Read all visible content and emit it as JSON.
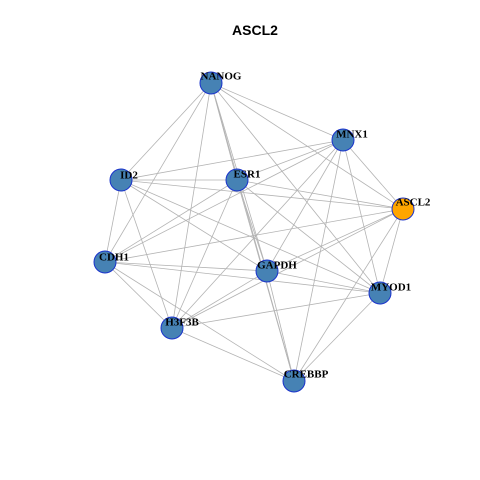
{
  "title": "ASCL2",
  "colors": {
    "node_fill": "#4682b4",
    "node_stroke": "#1a33cc",
    "highlight_fill": "#ffa500",
    "edge": "#b3b3b3"
  },
  "nodes": [
    {
      "id": "NANOG",
      "highlight": false
    },
    {
      "id": "MNX1",
      "highlight": false
    },
    {
      "id": "ESR1",
      "highlight": false
    },
    {
      "id": "ID2",
      "highlight": false
    },
    {
      "id": "ASCL2",
      "highlight": true
    },
    {
      "id": "CDH1",
      "highlight": false
    },
    {
      "id": "GAPDH",
      "highlight": false
    },
    {
      "id": "MYOD1",
      "highlight": false
    },
    {
      "id": "H3F3B",
      "highlight": false
    },
    {
      "id": "CREBBP",
      "highlight": false
    }
  ],
  "edges": [
    [
      "NANOG",
      "MNX1"
    ],
    [
      "NANOG",
      "ESR1"
    ],
    [
      "NANOG",
      "ID2"
    ],
    [
      "NANOG",
      "ASCL2"
    ],
    [
      "NANOG",
      "GAPDH"
    ],
    [
      "NANOG",
      "MYOD1"
    ],
    [
      "NANOG",
      "H3F3B"
    ],
    [
      "NANOG",
      "CREBBP"
    ],
    [
      "NANOG",
      "CDH1"
    ],
    [
      "MNX1",
      "ESR1"
    ],
    [
      "MNX1",
      "ID2"
    ],
    [
      "MNX1",
      "ASCL2"
    ],
    [
      "MNX1",
      "CDH1"
    ],
    [
      "MNX1",
      "GAPDH"
    ],
    [
      "MNX1",
      "MYOD1"
    ],
    [
      "MNX1",
      "H3F3B"
    ],
    [
      "MNX1",
      "CREBBP"
    ],
    [
      "ESR1",
      "ID2"
    ],
    [
      "ESR1",
      "ASCL2"
    ],
    [
      "ESR1",
      "CDH1"
    ],
    [
      "ESR1",
      "GAPDH"
    ],
    [
      "ESR1",
      "MYOD1"
    ],
    [
      "ESR1",
      "H3F3B"
    ],
    [
      "ESR1",
      "CREBBP"
    ],
    [
      "ID2",
      "ASCL2"
    ],
    [
      "ID2",
      "CDH1"
    ],
    [
      "ID2",
      "GAPDH"
    ],
    [
      "ID2",
      "MYOD1"
    ],
    [
      "ID2",
      "H3F3B"
    ],
    [
      "ASCL2",
      "CDH1"
    ],
    [
      "ASCL2",
      "GAPDH"
    ],
    [
      "ASCL2",
      "MYOD1"
    ],
    [
      "ASCL2",
      "H3F3B"
    ],
    [
      "ASCL2",
      "CREBBP"
    ],
    [
      "CDH1",
      "GAPDH"
    ],
    [
      "CDH1",
      "MYOD1"
    ],
    [
      "CDH1",
      "H3F3B"
    ],
    [
      "CDH1",
      "CREBBP"
    ],
    [
      "GAPDH",
      "MYOD1"
    ],
    [
      "GAPDH",
      "H3F3B"
    ],
    [
      "GAPDH",
      "CREBBP"
    ],
    [
      "MYOD1",
      "H3F3B"
    ],
    [
      "MYOD1",
      "CREBBP"
    ],
    [
      "H3F3B",
      "CREBBP"
    ]
  ]
}
